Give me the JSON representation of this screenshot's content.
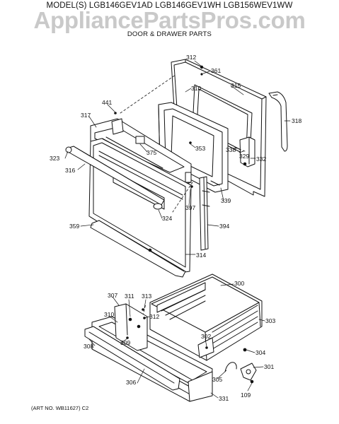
{
  "header": {
    "model_line": "MODEL(S) LGB146GEV1AD  LGB146GEV1WH  LGB156WEV1WW",
    "watermark": "AppliancePartsPros.com",
    "subtitle": "DOOR & DRAWER PARTS"
  },
  "footer": {
    "art_number": "(ART NO. WB11627) C2"
  },
  "callouts": [
    {
      "id": "c312a",
      "label": "312"
    },
    {
      "id": "c361",
      "label": "361"
    },
    {
      "id": "c310a",
      "label": "310"
    },
    {
      "id": "c315",
      "label": "315"
    },
    {
      "id": "c441",
      "label": "441"
    },
    {
      "id": "c317",
      "label": "317"
    },
    {
      "id": "c318",
      "label": "318"
    },
    {
      "id": "c375",
      "label": "375"
    },
    {
      "id": "c353",
      "label": "353"
    },
    {
      "id": "c338",
      "label": "338"
    },
    {
      "id": "c329",
      "label": "329"
    },
    {
      "id": "c332",
      "label": "332"
    },
    {
      "id": "c323",
      "label": "323"
    },
    {
      "id": "c316",
      "label": "316"
    },
    {
      "id": "c339",
      "label": "339"
    },
    {
      "id": "c397",
      "label": "397"
    },
    {
      "id": "c324",
      "label": "324"
    },
    {
      "id": "c359",
      "label": "359"
    },
    {
      "id": "c394",
      "label": "394"
    },
    {
      "id": "c314",
      "label": "314"
    },
    {
      "id": "c300",
      "label": "300"
    },
    {
      "id": "c307",
      "label": "307"
    },
    {
      "id": "c311",
      "label": "311"
    },
    {
      "id": "c313",
      "label": "313"
    },
    {
      "id": "c312b",
      "label": "312"
    },
    {
      "id": "c310b",
      "label": "310"
    },
    {
      "id": "c303",
      "label": "303"
    },
    {
      "id": "c309",
      "label": "309"
    },
    {
      "id": "c302",
      "label": "302"
    },
    {
      "id": "c308",
      "label": "308"
    },
    {
      "id": "c304",
      "label": "304"
    },
    {
      "id": "c301",
      "label": "301"
    },
    {
      "id": "c306",
      "label": "306"
    },
    {
      "id": "c305",
      "label": "305"
    },
    {
      "id": "c109",
      "label": "109"
    },
    {
      "id": "c331",
      "label": "331"
    }
  ]
}
